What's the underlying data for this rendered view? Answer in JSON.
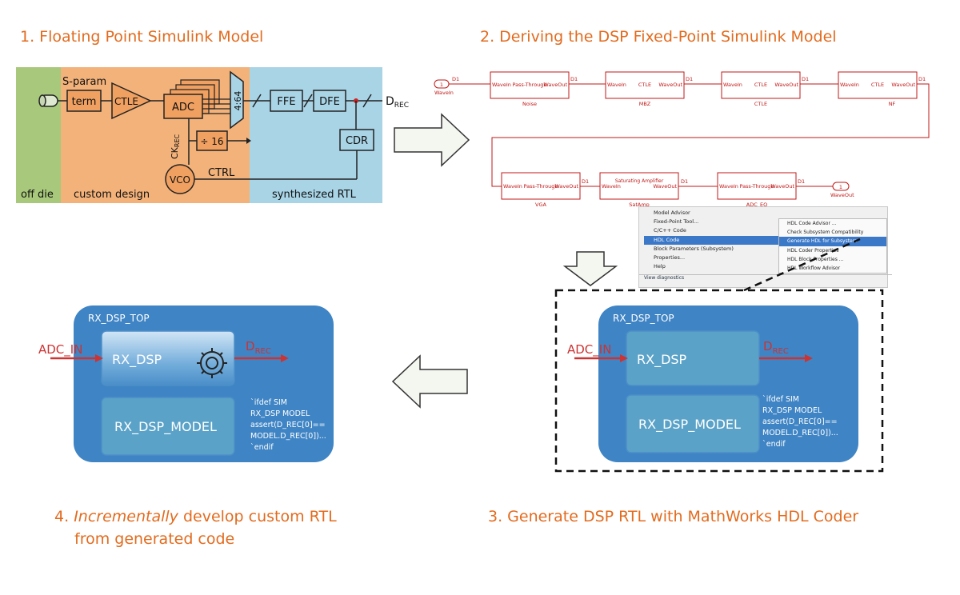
{
  "steps": {
    "s1_title": "1. Floating Point Simulink Model",
    "s2_title": "2. Deriving the DSP Fixed-Point Simulink Model",
    "s3_title": "3. Generate DSP RTL with MathWorks HDL Coder",
    "s4_prefix": "4.",
    "s4_italic": "Incrementally",
    "s4_rest": "develop custom RTL",
    "s4_line2": "from generated code"
  },
  "block_diagram": {
    "zone_offdie": "off die",
    "zone_custom": "custom design",
    "zone_rtl": "synthesized RTL",
    "sparam": "S-param",
    "term": "term",
    "ctle": "CTLE",
    "adc": "ADC",
    "mux": "4:64",
    "ffe": "FFE",
    "dfe": "DFE",
    "cdr": "CDR",
    "div": "÷ 16",
    "vco": "VCO",
    "ctrl": "CTRL",
    "ck": "CK",
    "ck_sub": "REC",
    "drec": "D",
    "drec_sub": "REC",
    "colors": {
      "offdie": "#a8c97b",
      "custom": "#f3b27a",
      "rtl": "#a8d4e6",
      "block_orange": "#f0a060",
      "block_blue": "#a8d4e6"
    }
  },
  "simulink": {
    "row1": [
      {
        "in": "WaveIn",
        "body": "Pass-Through",
        "out": "WaveOut",
        "caption": "Noise"
      },
      {
        "in": "WaveIn",
        "body": "CTLE",
        "out": "WaveOut",
        "caption": "MBZ"
      },
      {
        "in": "WaveIn",
        "body": "CTLE",
        "out": "WaveOut",
        "caption": "CTLE"
      },
      {
        "in": "WaveIn",
        "body": "CTLE",
        "out": "WaveOut",
        "caption": "NF"
      }
    ],
    "row2": [
      {
        "in": "WaveIn",
        "body": "Pass-Through",
        "out": "WaveOut",
        "caption": "VGA"
      },
      {
        "in": "WaveIn",
        "body": "Saturating Amplifier",
        "out": "WaveOut",
        "caption": "SatAmp"
      },
      {
        "in": "WaveIn",
        "body": "Pass-Through",
        "out": "WaveOut",
        "caption": "ADC_EQ"
      }
    ],
    "port_in_num": "1",
    "port_in_label": "WaveIn",
    "port_out_num": "1",
    "port_out_label": "WaveOut",
    "signal": "D1"
  },
  "context_menu": {
    "main": [
      "Model Advisor",
      "Fixed-Point Tool...",
      "C/C++ Code",
      "HDL Code",
      "Block Parameters (Subsystem)",
      "Properties...",
      "Help"
    ],
    "footer": "View diagnostics",
    "sub": [
      "HDL Code Advisor ...",
      "Check Subsystem Compatibility",
      "Generate HDL for Subsystem",
      "HDL Coder Properties",
      "HDL Block Properties ...",
      "HDL Workflow Advisor"
    ]
  },
  "rx_left": {
    "top": "RX_DSP_TOP",
    "dsp": "RX_DSP",
    "model": "RX_DSP_MODEL",
    "in_label": "ADC_IN",
    "out_label": "D",
    "out_sub": "REC",
    "code": [
      "`ifdef SIM",
      "RX_DSP MODEL",
      "assert(D_REC[0]==",
      "MODEL.D_REC[0])...",
      "`endif"
    ]
  },
  "rx_right": {
    "top": "RX_DSP_TOP",
    "dsp": "RX_DSP",
    "model": "RX_DSP_MODEL",
    "in_label": "ADC_IN",
    "out_label": "D",
    "out_sub": "REC",
    "code": [
      "`ifdef SIM",
      "RX_DSP MODEL",
      "assert(D_REC[0]==",
      "MODEL.D_REC[0])...",
      "`endif"
    ]
  },
  "palette": {
    "accent": "#e26b1e",
    "rx_bg": "#3f84c4",
    "rx_inner": "#5aa2c8",
    "signal_red": "#cc3333"
  }
}
